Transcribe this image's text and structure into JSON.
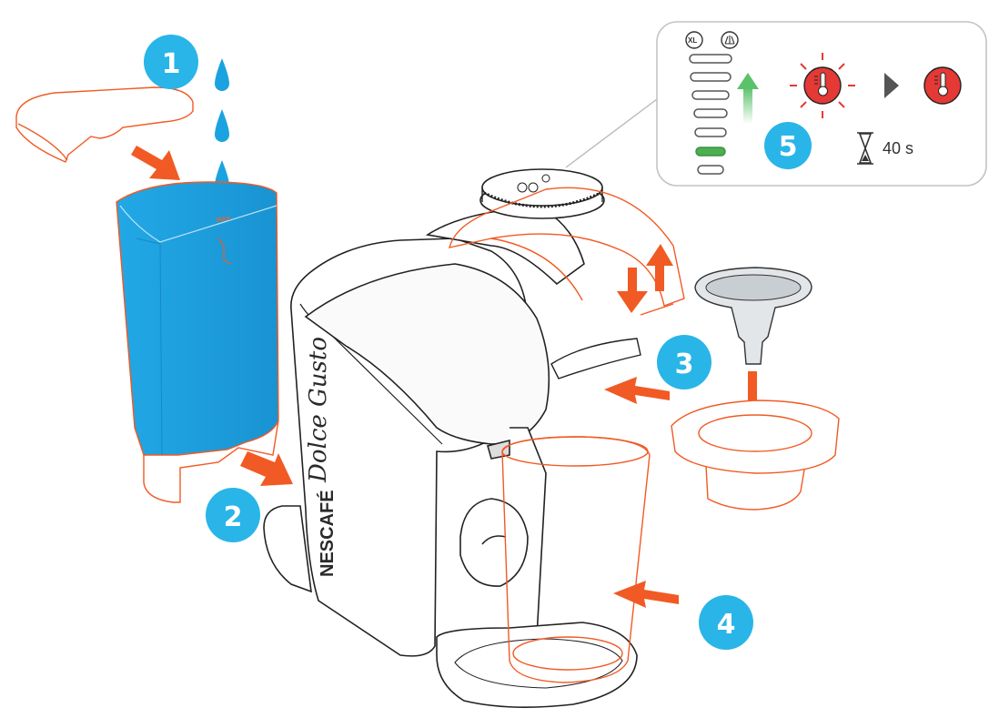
{
  "steps": [
    "1",
    "2",
    "3",
    "4",
    "5"
  ],
  "brand": {
    "nescafe": "NESCAFÉ",
    "name": "Dolce Gusto"
  },
  "tank": {
    "max_label": "MAX"
  },
  "panel": {
    "xl_label": "XL",
    "timer": "40 s",
    "led_active_color": "#4caf50",
    "warm_color": "#e53935"
  },
  "colors": {
    "accent_orange": "#f15a24",
    "water_blue": "#1aa3e0",
    "step_blue": "#29b5e8",
    "arrow_green": "#5cc26a"
  }
}
